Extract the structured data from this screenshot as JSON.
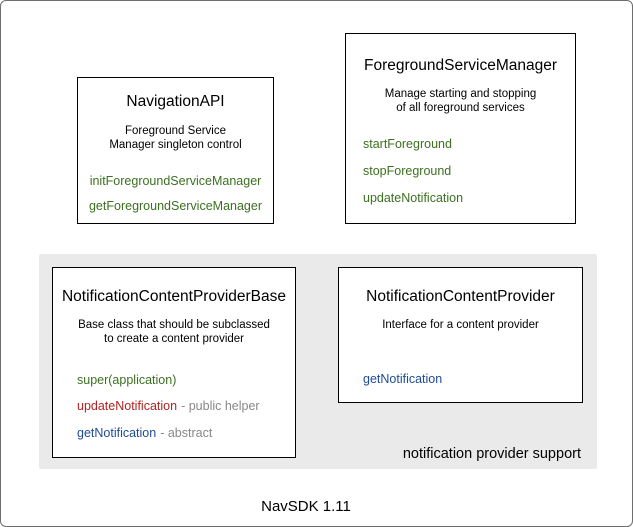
{
  "page": {
    "caption": "NavSDK 1.11"
  },
  "colors": {
    "method_green": "#3c7021",
    "method_red": "#b22222",
    "method_blue": "#1e4b96",
    "annotation_gray": "#888888",
    "group_background": "#eaeaea"
  },
  "boxes": {
    "navigation_api": {
      "title": "NavigationAPI",
      "description": "Foreground Service\nManager singleton control",
      "methods": {
        "init": "initForegroundServiceManager",
        "get": "getForegroundServiceManager"
      }
    },
    "foreground_service_manager": {
      "title": "ForegroundServiceManager",
      "description": "Manage starting and stopping\nof all foreground services",
      "methods": {
        "start": "startForeground",
        "stop": "stopForeground",
        "update": "updateNotification"
      }
    },
    "notification_content_provider_base": {
      "title": "NotificationContentProviderBase",
      "description": "Base class that should be subclassed\nto create a content provider",
      "methods": {
        "super": {
          "name": "super(application)"
        },
        "update": {
          "name": "updateNotification",
          "note": "- public helper"
        },
        "get": {
          "name": "getNotification",
          "note": "- abstract"
        }
      }
    },
    "notification_content_provider": {
      "title": "NotificationContentProvider",
      "description": "Interface for a content provider",
      "methods": {
        "get": "getNotification"
      }
    }
  },
  "group": {
    "label": "notification provider support"
  }
}
